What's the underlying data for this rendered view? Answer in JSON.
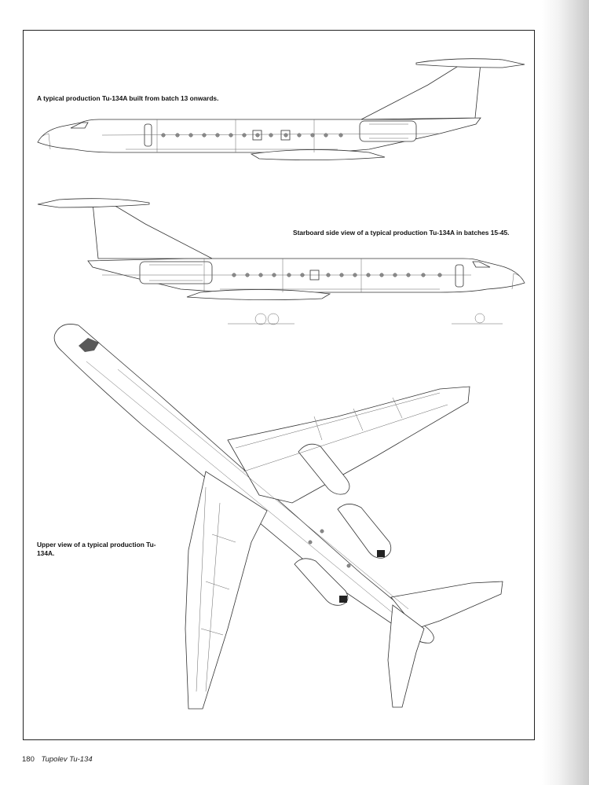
{
  "captions": {
    "side_view_port": "A typical production Tu-134A built from batch 13 onwards.",
    "side_view_starboard": "Starboard side view of a typical production Tu-134A in batches 15-45.",
    "upper_view": "Upper view of a typical production Tu-134A."
  },
  "footer": {
    "page_number": "180",
    "book_title": "Tupolev Tu-134"
  }
}
